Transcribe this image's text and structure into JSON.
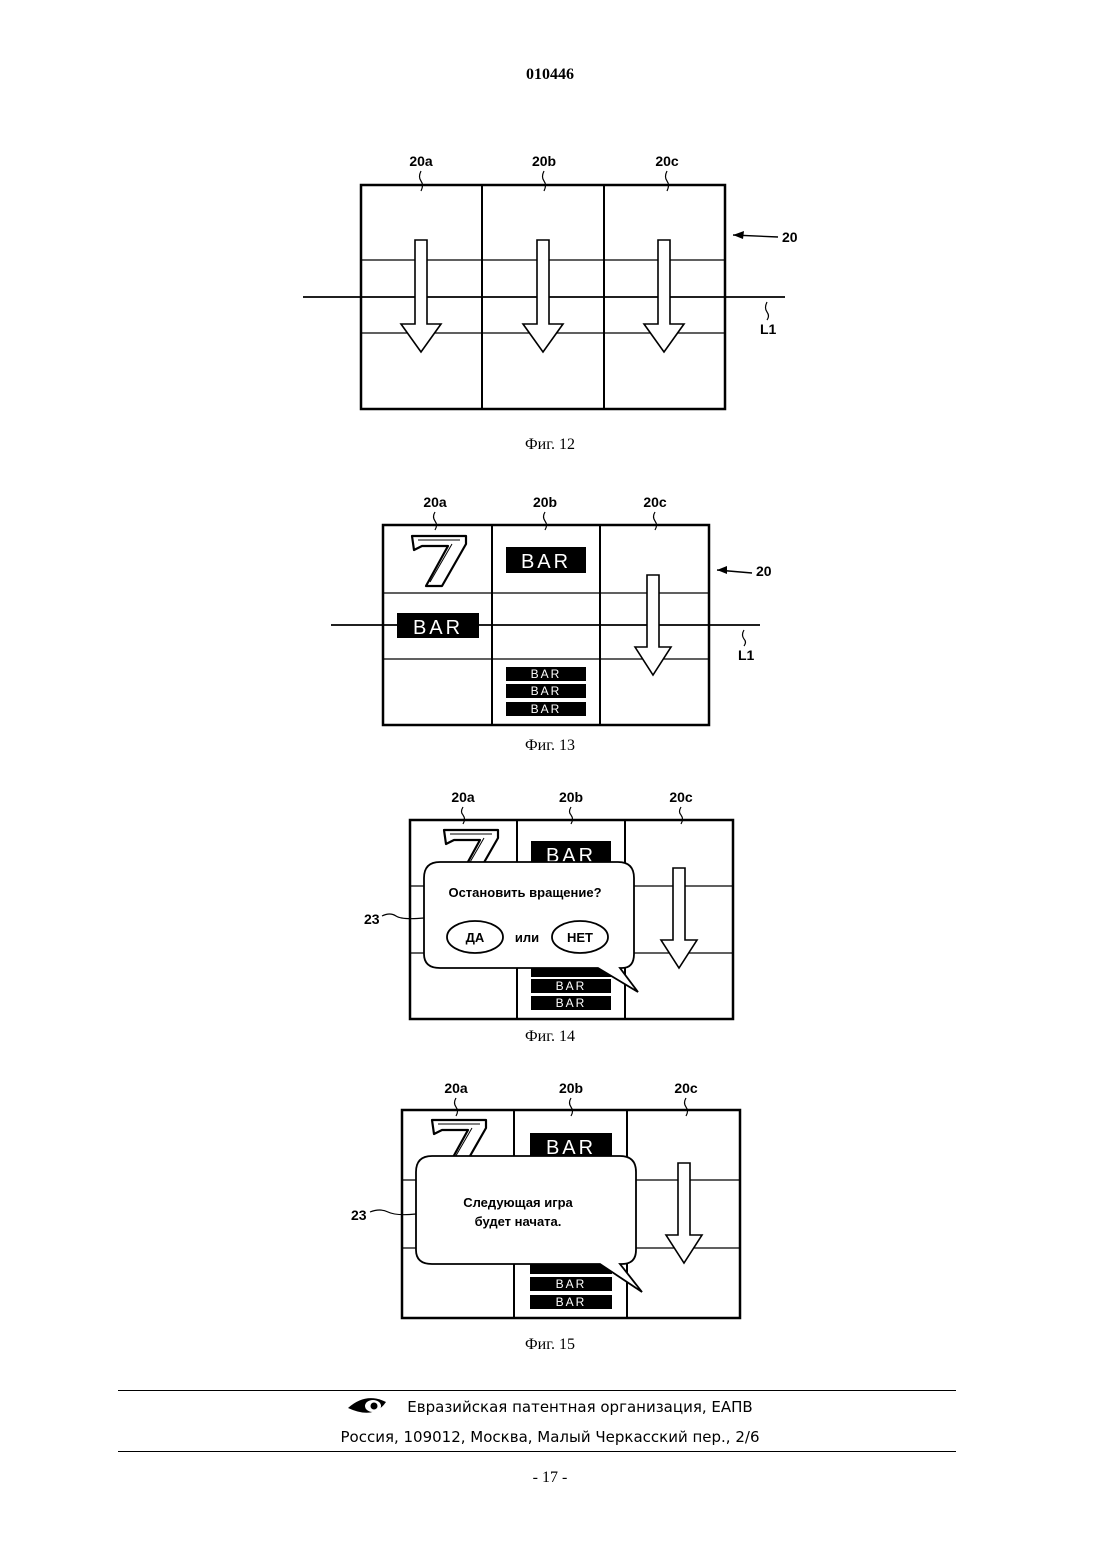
{
  "header": {
    "doc_number": "010446"
  },
  "figures": [
    {
      "caption": "Фиг. 12",
      "labels": {
        "reel_a": "20a",
        "reel_b": "20b",
        "reel_c": "20c",
        "panel": "20",
        "line": "L1"
      }
    },
    {
      "caption": "Фиг. 13",
      "labels": {
        "reel_a": "20a",
        "reel_b": "20b",
        "reel_c": "20c",
        "panel": "20",
        "line": "L1"
      },
      "symbol_text": "BAR"
    },
    {
      "caption": "Фиг. 14",
      "labels": {
        "reel_a": "20a",
        "reel_b": "20b",
        "reel_c": "20c",
        "bubble": "23"
      },
      "symbol_text": "BAR",
      "dialog": {
        "question": "Остановить вращение?",
        "yes": "ДА",
        "or": "или",
        "no": "НЕТ"
      }
    },
    {
      "caption": "Фиг. 15",
      "labels": {
        "reel_a": "20a",
        "reel_b": "20b",
        "reel_c": "20c",
        "bubble": "23"
      },
      "symbol_text": "BAR",
      "message": {
        "line1": "Следующая игра",
        "line2": "будет начата."
      }
    }
  ],
  "footer": {
    "org": "Евразийская патентная организация, ЕАПВ",
    "address": "Россия, 109012, Москва, Малый Черкасский пер., 2/6",
    "page": "- 17 -",
    "logo_icon": "eapo-eye-logo"
  }
}
